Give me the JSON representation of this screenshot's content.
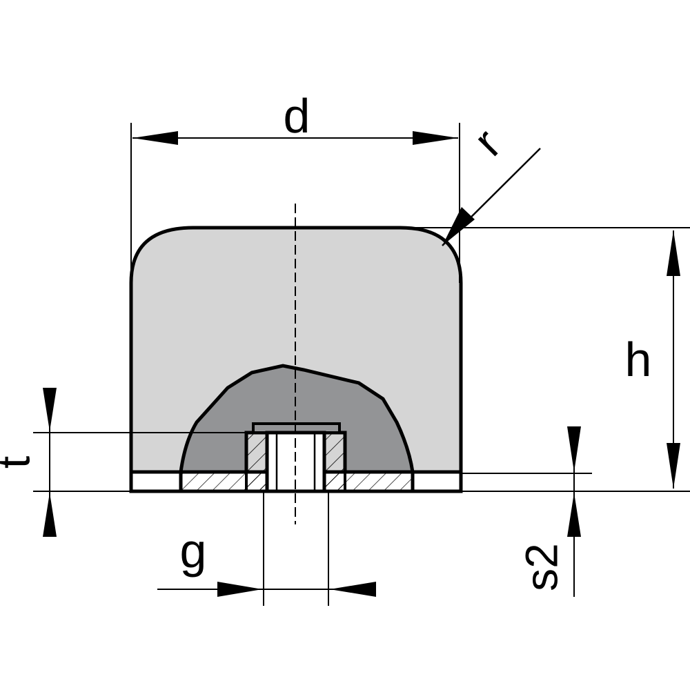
{
  "labels": {
    "d": "d",
    "r": "r",
    "h": "h",
    "t": "t",
    "g": "g",
    "s2": "s2"
  },
  "colors": {
    "outline": "#000000",
    "body_fill": "#d5d5d5",
    "insert_fill": "#939496",
    "background": "#ffffff"
  }
}
